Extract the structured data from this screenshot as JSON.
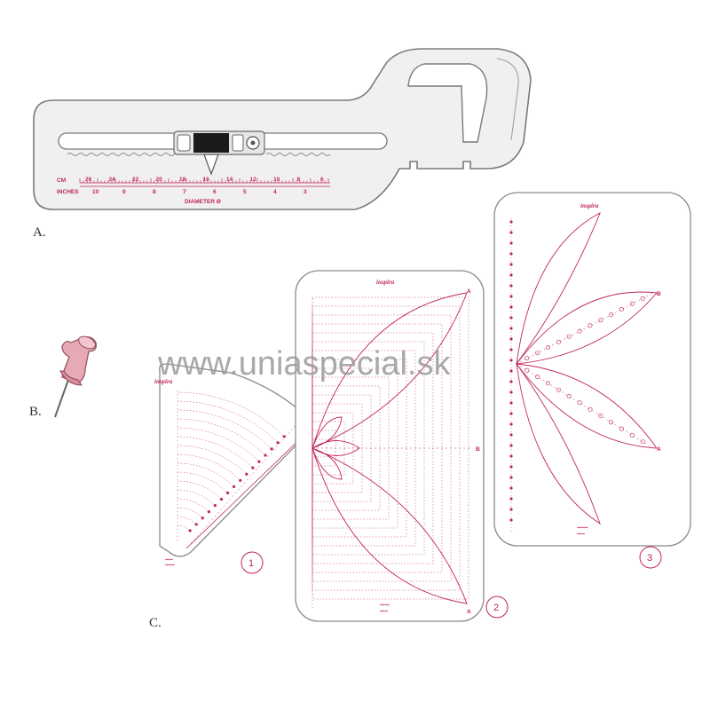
{
  "labels": {
    "a": "A.",
    "b": "B.",
    "c": "C."
  },
  "watermark": "www.uniaspecial.sk",
  "tool": {
    "cm_label": "CM",
    "inches_label": "INCHES",
    "diameter_label": "DIAMETER Ø",
    "cm_ticks": [
      "26",
      "24",
      "22",
      "20",
      "18",
      "16",
      "14",
      "12",
      "10",
      "8",
      "6"
    ],
    "inch_ticks": [
      "10",
      "9",
      "8",
      "7",
      "6",
      "5",
      "4",
      "3"
    ]
  },
  "templates": {
    "brand": "inspira",
    "numbers": [
      "1",
      "2",
      "3"
    ],
    "letter_a": "A",
    "letter_b": "B"
  },
  "colors": {
    "accent": "#c0255a",
    "outline": "#8a8a8a",
    "background": "#ffffff"
  }
}
